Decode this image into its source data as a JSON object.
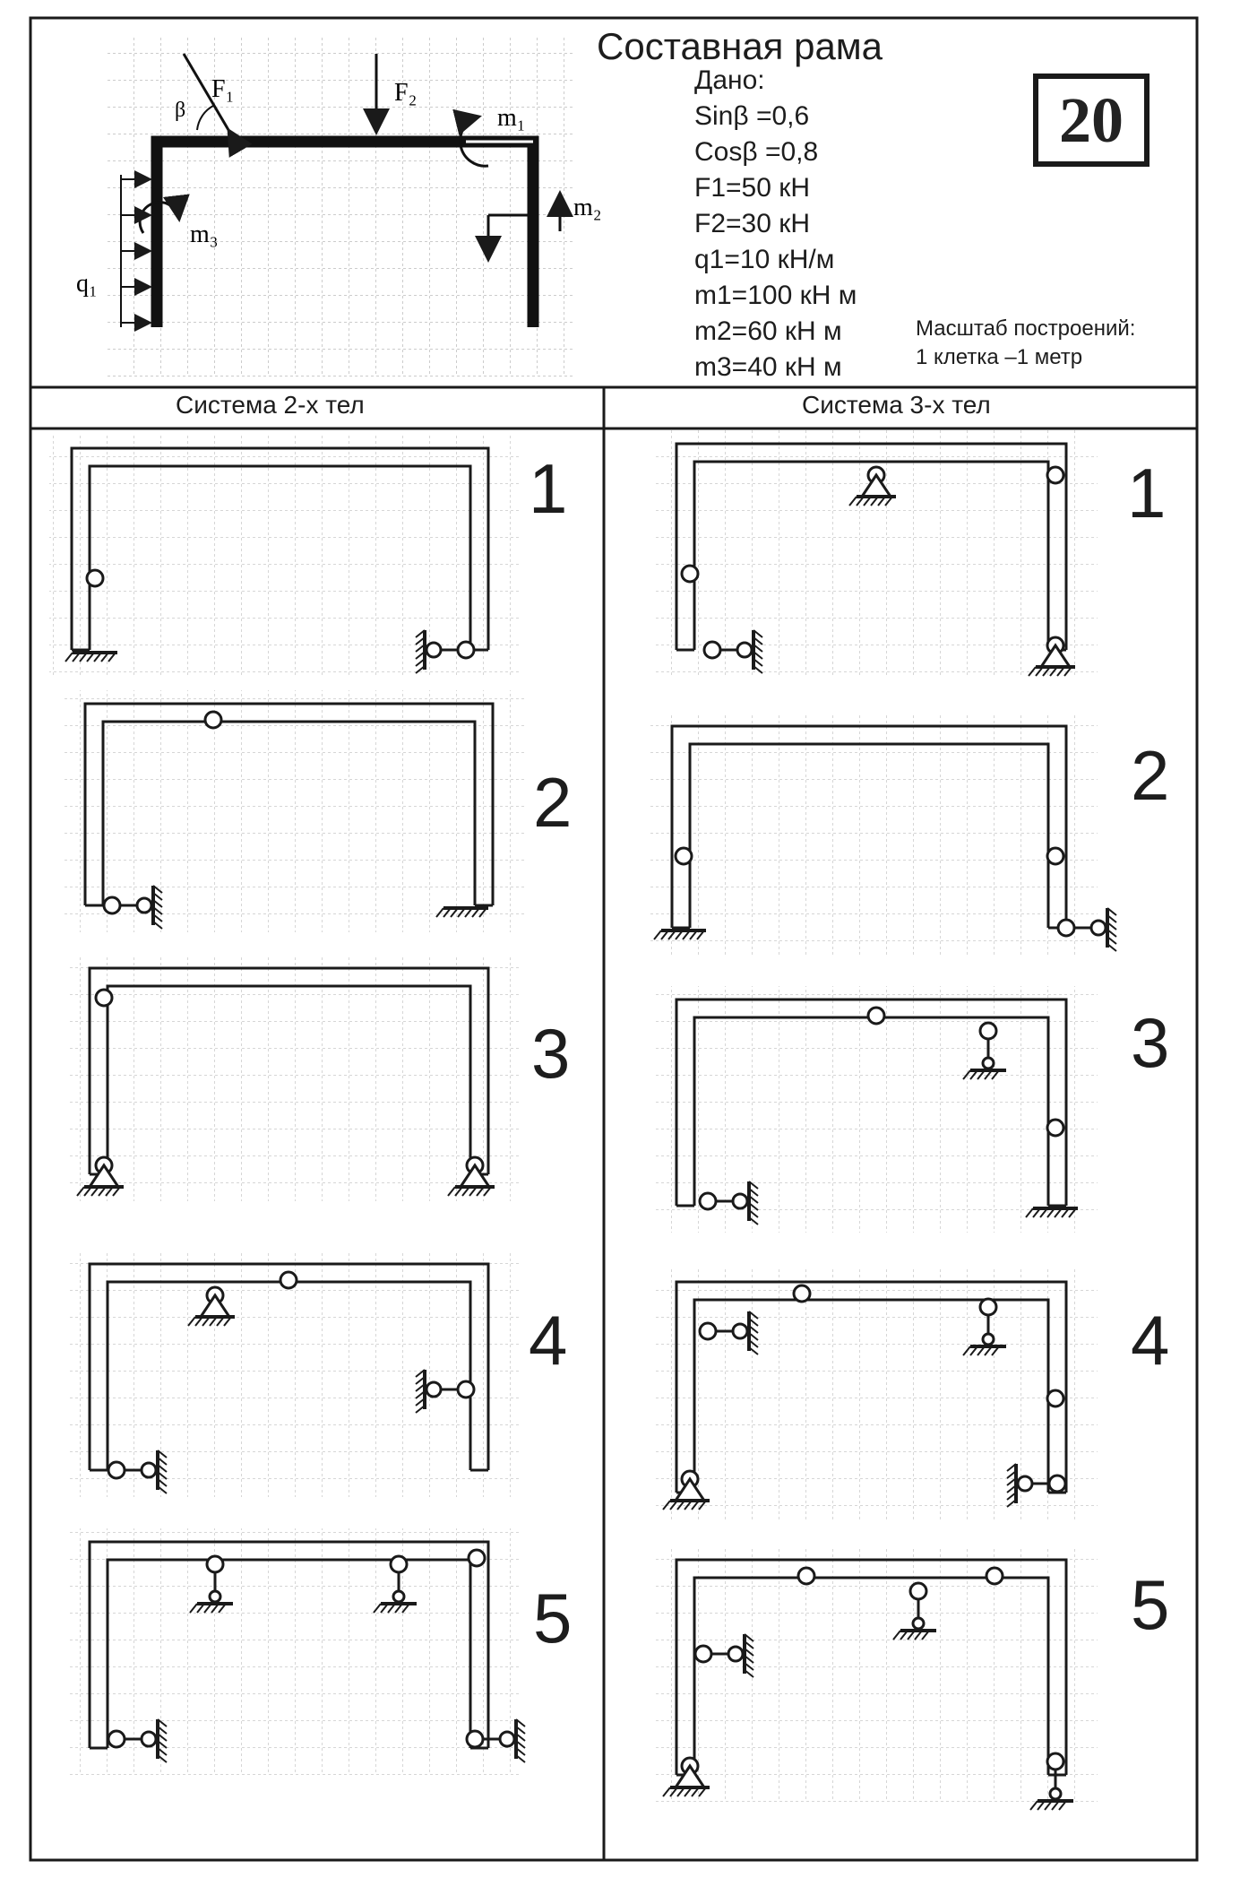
{
  "title": "Составная рама",
  "variant": "20",
  "given": {
    "label": "Дано:",
    "lines": [
      "Sinβ =0,6",
      "Cosβ =0,8",
      "F1=50 кН",
      "F2=30 кН",
      "q1=10 кН/м",
      "m1=100 кН м",
      "m2=60 кН м",
      "m3=40 кН м"
    ]
  },
  "scale": {
    "title": "Масштаб построений:",
    "value": "1 клетка –1 метр"
  },
  "load_scheme": {
    "labels": {
      "F1": "F₁",
      "F2": "F₂",
      "m1": "m₁",
      "m2": "m₂",
      "m3": "m₃",
      "q": "q₁",
      "beta": "β"
    }
  },
  "columns": [
    {
      "header": "Система 2-х тел",
      "variants": [
        "1",
        "2",
        "3",
        "4",
        "5"
      ]
    },
    {
      "header": "Система 3-х тел",
      "variants": [
        "1",
        "2",
        "3",
        "4",
        "5"
      ]
    }
  ],
  "colors": {
    "ink": "#1a1a1a",
    "grid": "#8a8a8a",
    "paper": "#ffffff"
  }
}
